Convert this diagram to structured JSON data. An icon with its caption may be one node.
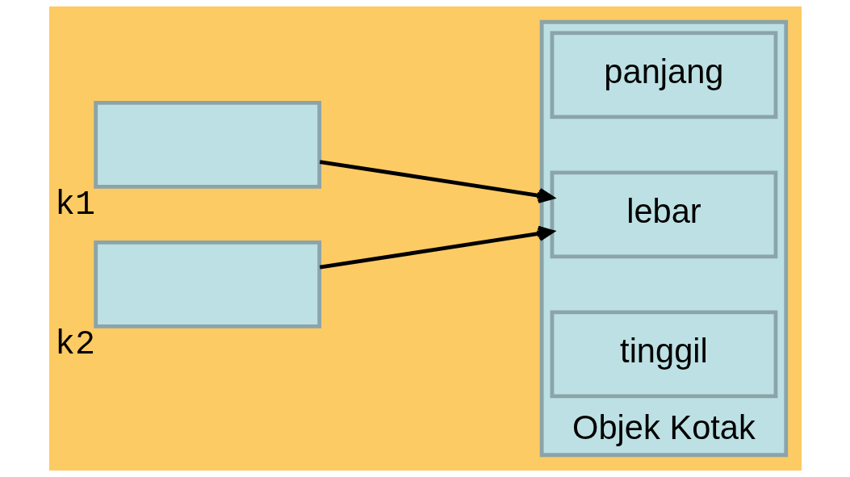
{
  "diagram": {
    "nodes": [
      {
        "text": [],
        "shape": "box",
        "beside": [
          "k1"
        ]
      },
      {
        "text": [],
        "shape": "box",
        "beside": [
          "k2"
        ]
      },
      {
        "text": [],
        "shape": "box",
        "beside": [
          "Objek Kotak"
        ]
      },
      {
        "text": [
          "panjang"
        ],
        "in": 2
      },
      {
        "text": [
          "lebar"
        ],
        "in": 2
      },
      {
        "text": [
          "tinggil"
        ],
        "in": 2
      }
    ],
    "edges": [
      {
        "from": 0,
        "to": 4,
        "arrow": "to"
      },
      {
        "from": 1,
        "to": 4,
        "arrow": "to"
      }
    ]
  }
}
